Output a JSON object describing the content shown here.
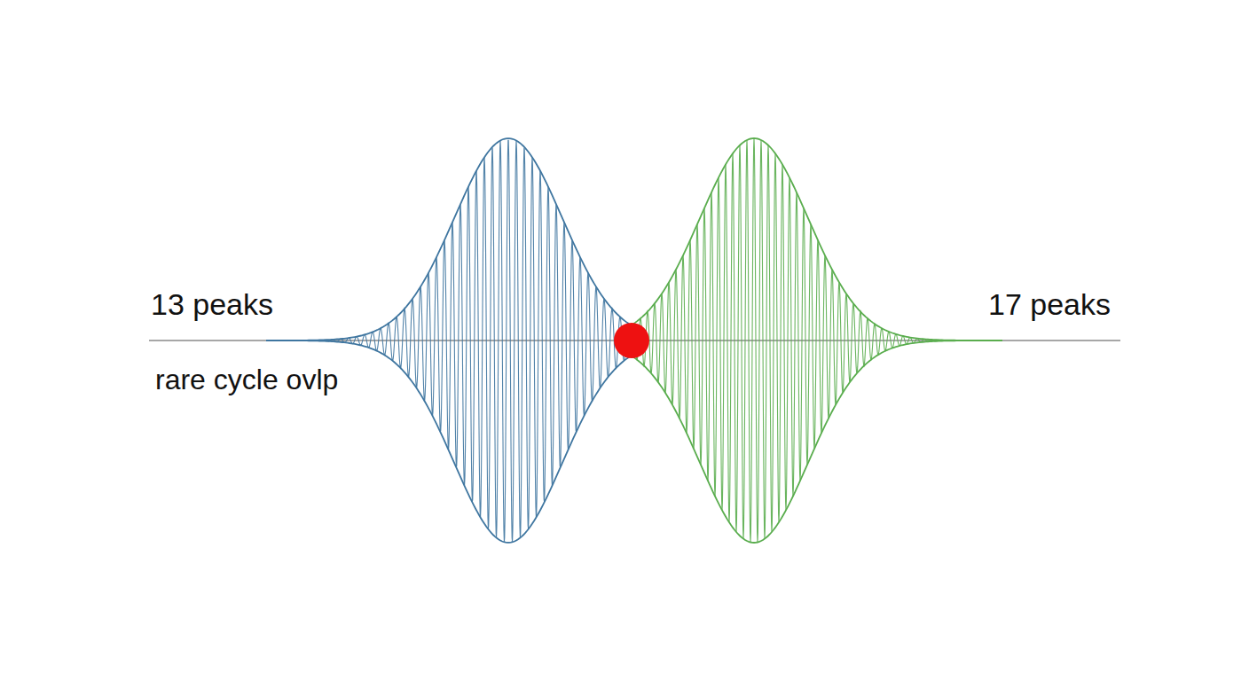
{
  "diagram": {
    "labels": [
      "13 peaks",
      "rare cycle ovlp",
      "17 peaks"
    ]
  }
}
